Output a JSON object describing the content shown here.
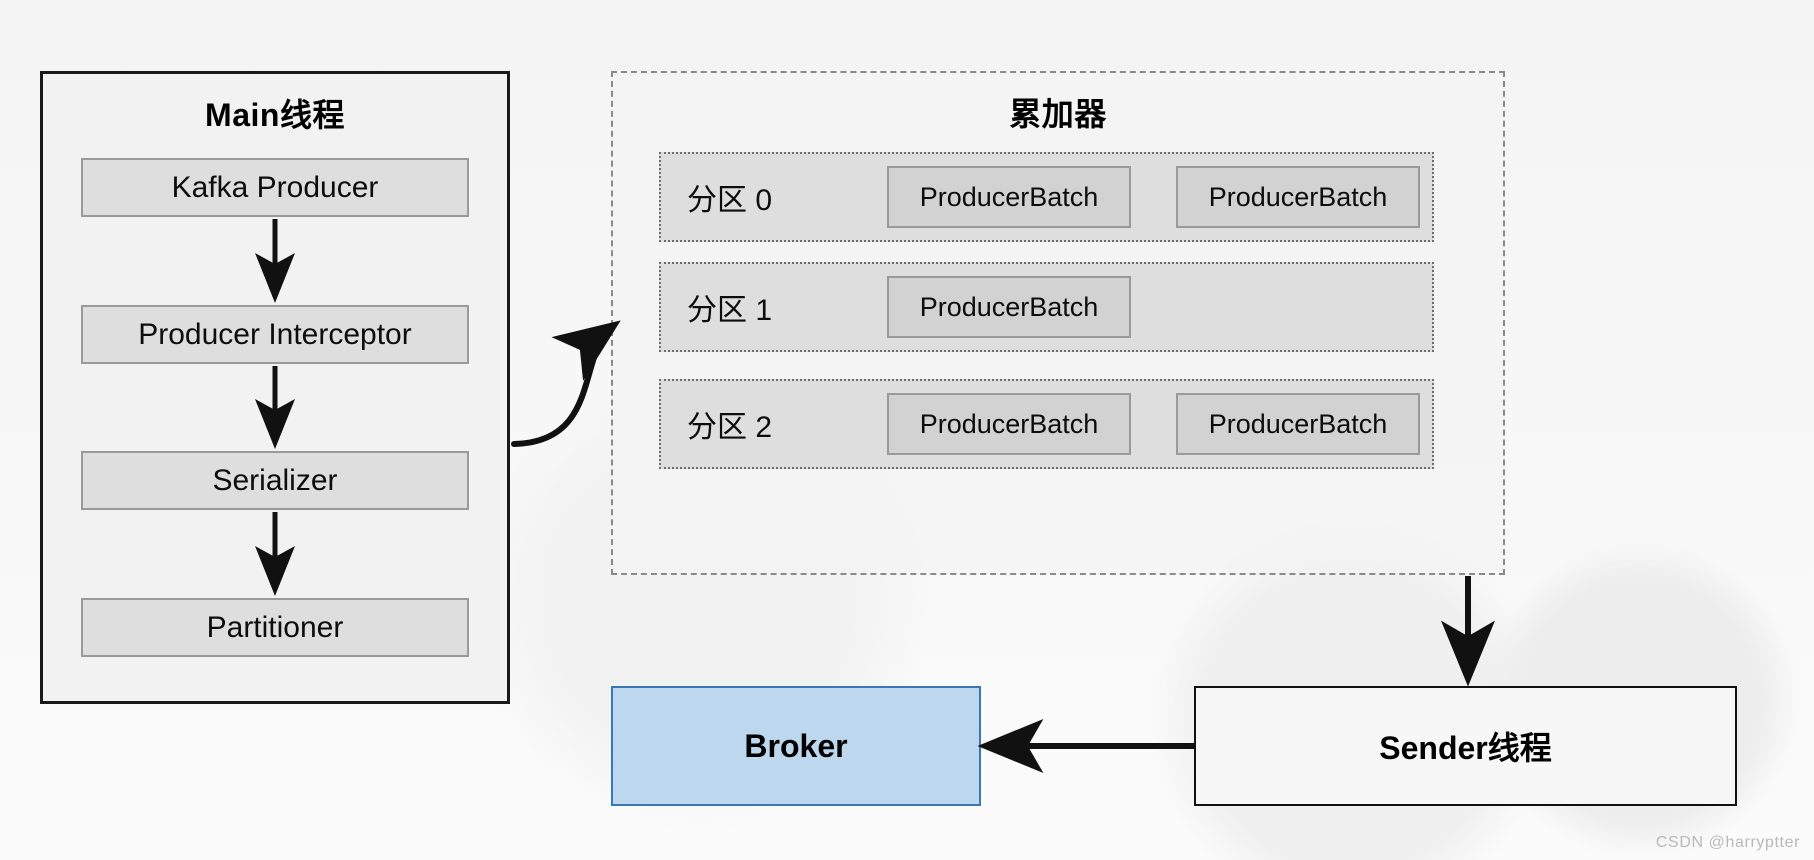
{
  "diagram": {
    "title_watermark": "CSDN @harryptter",
    "colors": {
      "broker_fill": "#bdd7ee",
      "broker_border": "#3a78b5",
      "box_fill": "#dedede",
      "batch_fill": "#d2d2d2",
      "box_border": "#9a9a9a",
      "panel_border": "#1a1a1a",
      "dashed_border": "#8a8a8a",
      "background": "#f7f7f7"
    },
    "main_thread": {
      "title": "Main线程",
      "steps": [
        {
          "label": "Kafka Producer"
        },
        {
          "label": "Producer Interceptor"
        },
        {
          "label": "Serializer"
        },
        {
          "label": "Partitioner"
        }
      ]
    },
    "accumulator": {
      "title": "累加器",
      "partitions": [
        {
          "label": "分区 0",
          "batches": [
            "ProducerBatch",
            "ProducerBatch"
          ]
        },
        {
          "label": "分区 1",
          "batches": [
            "ProducerBatch"
          ]
        },
        {
          "label": "分区 2",
          "batches": [
            "ProducerBatch",
            "ProducerBatch"
          ]
        }
      ]
    },
    "broker": {
      "label": "Broker"
    },
    "sender": {
      "label": "Sender线程"
    }
  }
}
